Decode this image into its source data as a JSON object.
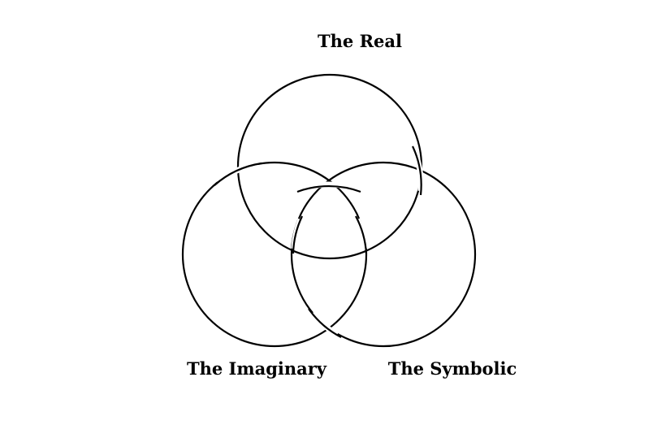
{
  "labels": {
    "real": "The Real",
    "imaginary": "The Imaginary",
    "symbolic": "The Symbolic"
  },
  "colors": {
    "stroke": "#000000",
    "background": "#ffffff"
  }
}
